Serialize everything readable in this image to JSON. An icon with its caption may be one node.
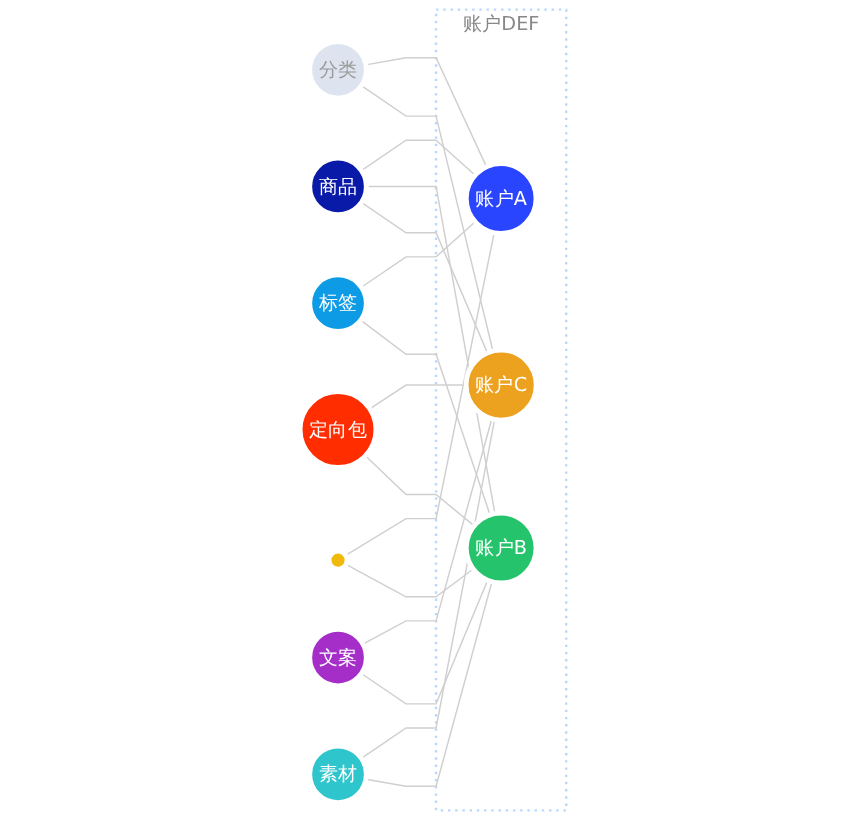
{
  "diagram": {
    "nodes": [
      {
        "text": [
          "商品"
        ]
      },
      {
        "text": [
          "分类"
        ]
      },
      {
        "text": [
          "标签"
        ]
      },
      {
        "text": [
          "账户DEF"
        ]
      },
      {
        "text": [
          "账户A"
        ],
        "in": 3
      },
      {
        "text": [
          "账户C"
        ],
        "in": 3
      },
      {
        "text": [
          "账户B"
        ],
        "in": 3
      },
      {
        "text": [
          "定向包"
        ]
      },
      {
        "text": [
          "文案"
        ]
      },
      {
        "text": [
          "素材"
        ]
      },
      {
        "text": [],
        "shape": "circle"
      }
    ],
    "edges": [
      {
        "from": 0,
        "to": 4,
        "arrow": "none"
      },
      {
        "from": 0,
        "to": 6,
        "arrow": "none"
      },
      {
        "from": 0,
        "to": 5,
        "arrow": "none"
      },
      {
        "from": 1,
        "to": 4,
        "arrow": "none"
      },
      {
        "from": 1,
        "to": 5,
        "arrow": "none"
      },
      {
        "from": 2,
        "to": 4,
        "arrow": "none"
      },
      {
        "from": 2,
        "to": 6,
        "arrow": "none"
      },
      {
        "from": 7,
        "to": 5,
        "arrow": "none"
      },
      {
        "from": 7,
        "to": 6,
        "arrow": "none"
      },
      {
        "from": 8,
        "to": 5,
        "arrow": "none"
      },
      {
        "from": 8,
        "to": 6,
        "arrow": "none"
      },
      {
        "from": 9,
        "to": 5,
        "arrow": "none"
      },
      {
        "from": 9,
        "to": 6,
        "arrow": "none"
      },
      {
        "from": 10,
        "to": 4,
        "arrow": "none"
      },
      {
        "from": 10,
        "to": 6,
        "arrow": "none"
      }
    ]
  }
}
